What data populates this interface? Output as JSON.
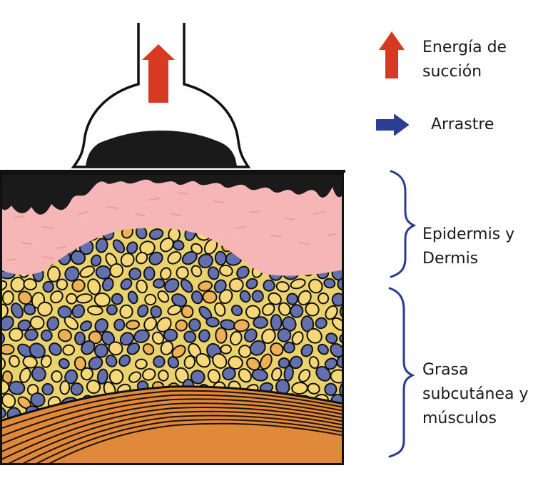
{
  "legend": {
    "suction": {
      "line1": "Energía de",
      "line2": "succión",
      "arrow_color": "#d63a22",
      "icon": "arrow-up-icon"
    },
    "drag": {
      "label": "Arrastre",
      "arrow_color": "#2d3f94",
      "icon": "arrow-right-icon"
    }
  },
  "layers": {
    "skin": {
      "line1": "Epidermis y",
      "line2": "Dermis",
      "color": "#f7b6b6"
    },
    "fat": {
      "line1": "Grasa",
      "line2": "subcutánea y",
      "line3": "músculos",
      "fat_color": "#ead36d",
      "muscle_color": "#e1893a"
    }
  },
  "colors": {
    "cell_blue": "#6370ad",
    "cell_yellow": "#f7d879",
    "cell_orange": "#f0b055",
    "outline": "#111111",
    "brace": "#2b3c8c",
    "device_fill": "#1a1a1a"
  }
}
